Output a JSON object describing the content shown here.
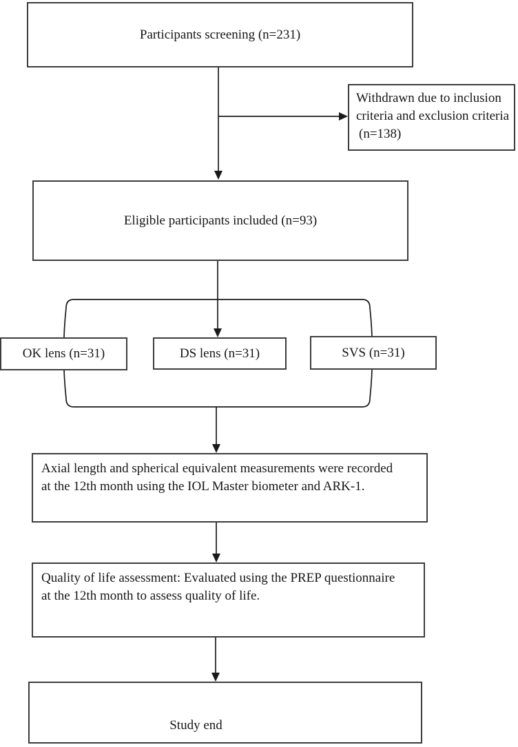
{
  "diagram": {
    "type": "flowchart",
    "background_color": "#ffffff",
    "line_color": "#1a1a1a",
    "box_border_color": "#3c3c3c",
    "boxes": {
      "screening": {
        "label": "Participants screening (n=231)"
      },
      "withdrawn": {
        "line1": "Withdrawn due to inclusion",
        "line2": "criteria and exclusion criteria",
        "line3": "(n=138)"
      },
      "eligible": {
        "label": "Eligible participants included (n=93)"
      },
      "ok_lens": {
        "label": "OK lens (n=31)"
      },
      "ds_lens": {
        "label": "DS lens (n=31)"
      },
      "svs": {
        "label": "SVS (n=31)"
      },
      "measurements": {
        "line1": "Axial length and spherical equivalent measurements were recorded",
        "line2": "at the 12th month using the IOL Master biometer and ARK-1."
      },
      "quality_of_life": {
        "line1": "Quality of life assessment: Evaluated using the PREP questionnaire",
        "line2": "at the 12th month to assess quality of life."
      },
      "study_end": {
        "label": "Study end"
      }
    }
  }
}
